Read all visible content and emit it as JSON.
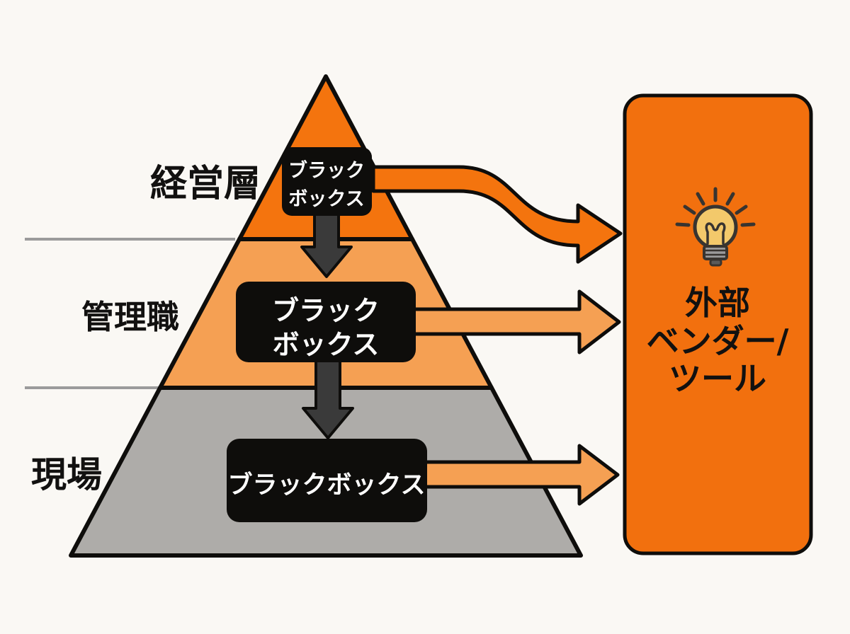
{
  "diagram_title": "organizational-blackbox-pyramid",
  "colors": {
    "background": "#FAF8F4",
    "tier_top": "#F4740E",
    "tier_middle": "#F5A053",
    "tier_bottom": "#AEACA9",
    "box_black": "#0E0D0B",
    "arrow_dark": "#3A3A3A",
    "arrow_orange": "#F4740E",
    "arrow_light": "#F5A053",
    "panel_fill": "#F2700E",
    "divider": "#9B9B9B",
    "bulb_yellow": "#F3C96B",
    "bulb_base": "#9A9A9A",
    "bulb_nub": "#5A5A5A"
  },
  "levels": [
    {
      "label": "経営層",
      "box_line1": "ブラック",
      "box_line2": "ボックス"
    },
    {
      "label": "管理職",
      "box_line1": "ブラック",
      "box_line2": "ボックス"
    },
    {
      "label": "現場",
      "box_line1": "ブラックボックス"
    }
  ],
  "panel": {
    "icon": "lightbulb-icon",
    "line1": "外部",
    "line2": "ベンダー/",
    "line3": "ツール"
  }
}
